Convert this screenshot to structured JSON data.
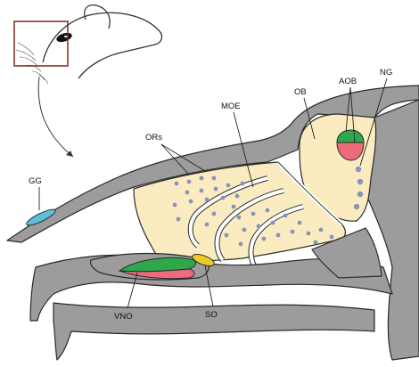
{
  "labels": {
    "gg": "GG",
    "ors": "ORs",
    "moe": "MOE",
    "ob": "OB",
    "aob": "AOB",
    "ng": "NG",
    "vno": "VNO",
    "so": "SO"
  },
  "colors": {
    "bone": "#9c9c9c",
    "tissue": "#faecc0",
    "receptor_dot": "#8a93b8",
    "gg": "#5bc0d8",
    "vno_top": "#2ea84a",
    "vno_bottom": "#ee6b7c",
    "aob_top": "#2ea84a",
    "aob_bottom": "#ee6b7c",
    "so": "#e8cc2a",
    "outline": "#2a2a2a"
  },
  "inset": {
    "subject_icon": "mouse-head-icon"
  }
}
